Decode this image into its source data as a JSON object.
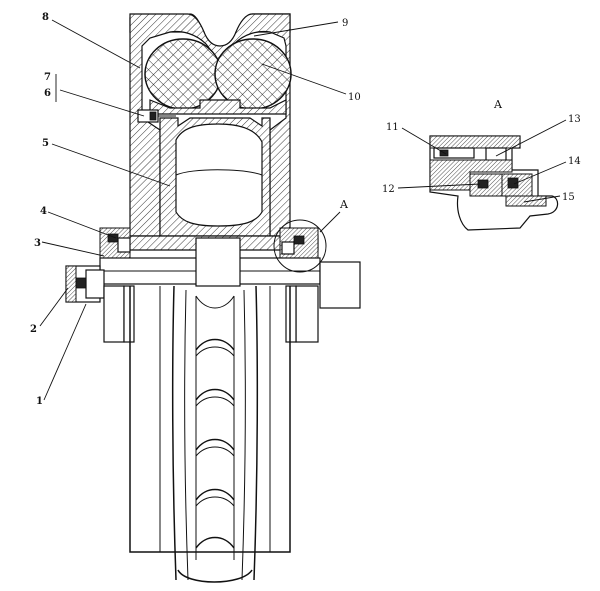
{
  "figure": {
    "detail_label": "A",
    "detail_title": "A"
  },
  "callouts": [
    {
      "id": "1",
      "text": "1"
    },
    {
      "id": "2",
      "text": "2"
    },
    {
      "id": "3",
      "text": "3"
    },
    {
      "id": "4",
      "text": "4"
    },
    {
      "id": "5",
      "text": "5"
    },
    {
      "id": "6",
      "text": "6"
    },
    {
      "id": "7",
      "text": "7"
    },
    {
      "id": "8",
      "text": "8"
    },
    {
      "id": "9",
      "text": "9"
    },
    {
      "id": "10",
      "text": "10"
    },
    {
      "id": "11",
      "text": "11"
    },
    {
      "id": "12",
      "text": "12"
    },
    {
      "id": "13",
      "text": "13"
    },
    {
      "id": "14",
      "text": "14"
    },
    {
      "id": "15",
      "text": "15"
    }
  ]
}
